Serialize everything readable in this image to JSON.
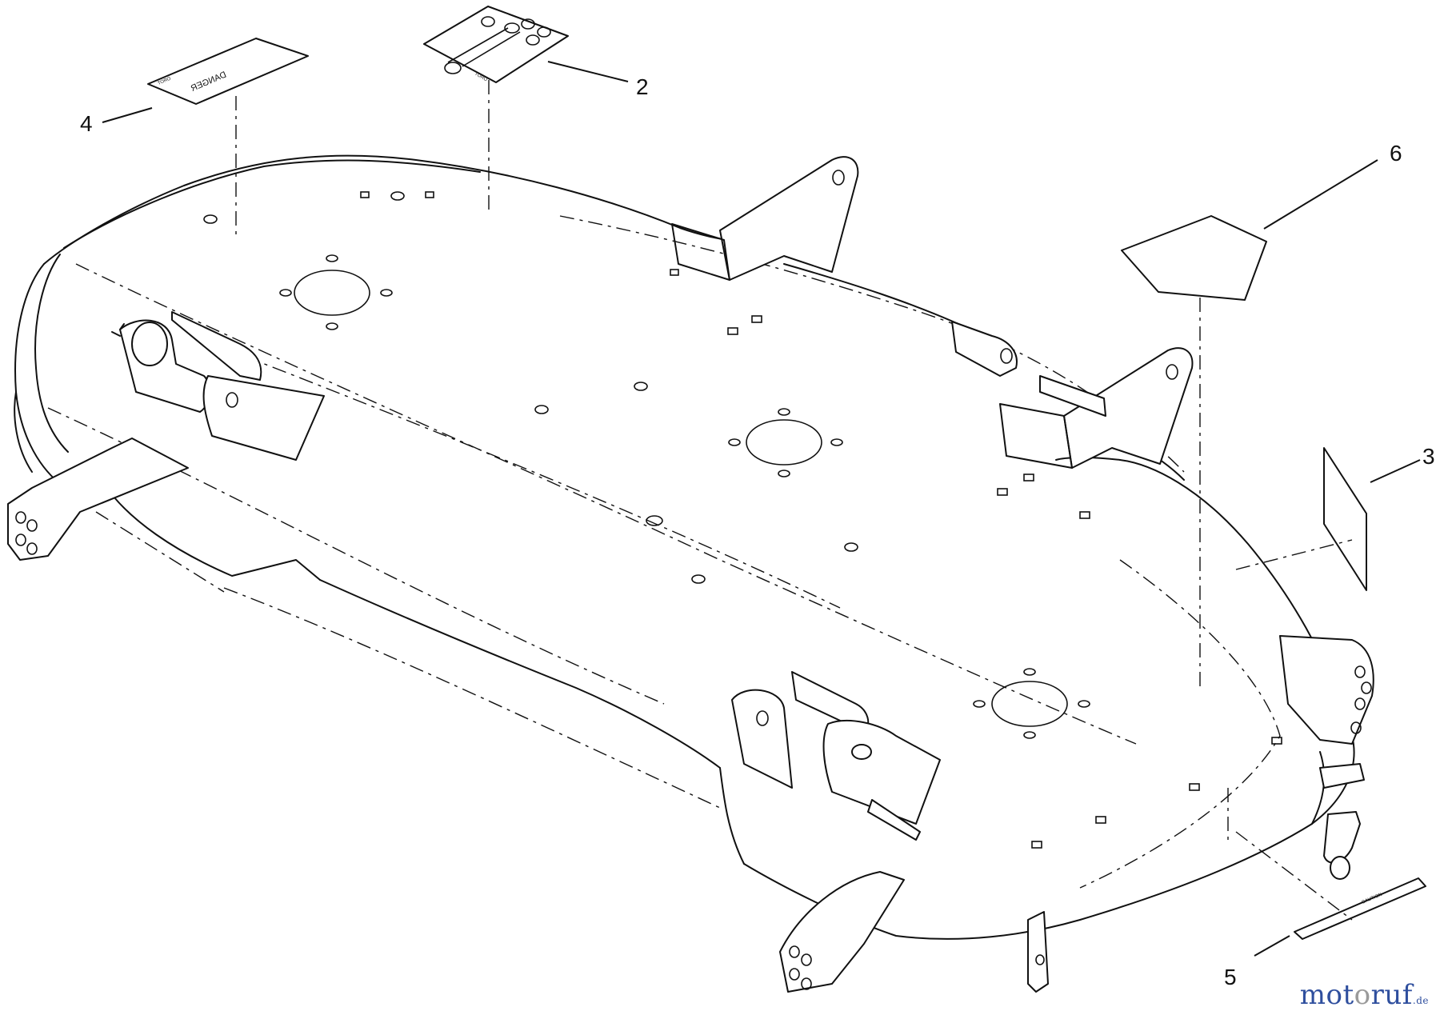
{
  "callouts": [
    {
      "id": "1",
      "label": "2"
    },
    {
      "id": "2",
      "label": "3"
    },
    {
      "id": "3",
      "label": "4"
    },
    {
      "id": "4",
      "label": "5"
    },
    {
      "id": "5",
      "label": "6"
    }
  ],
  "decals": {
    "danger_label": "DANGER",
    "caution_label": "CAUTION",
    "small_mark": "TORO"
  },
  "watermark": {
    "part1": "mot",
    "part2": "o",
    "part3": "ruf",
    "tld": ".de"
  }
}
